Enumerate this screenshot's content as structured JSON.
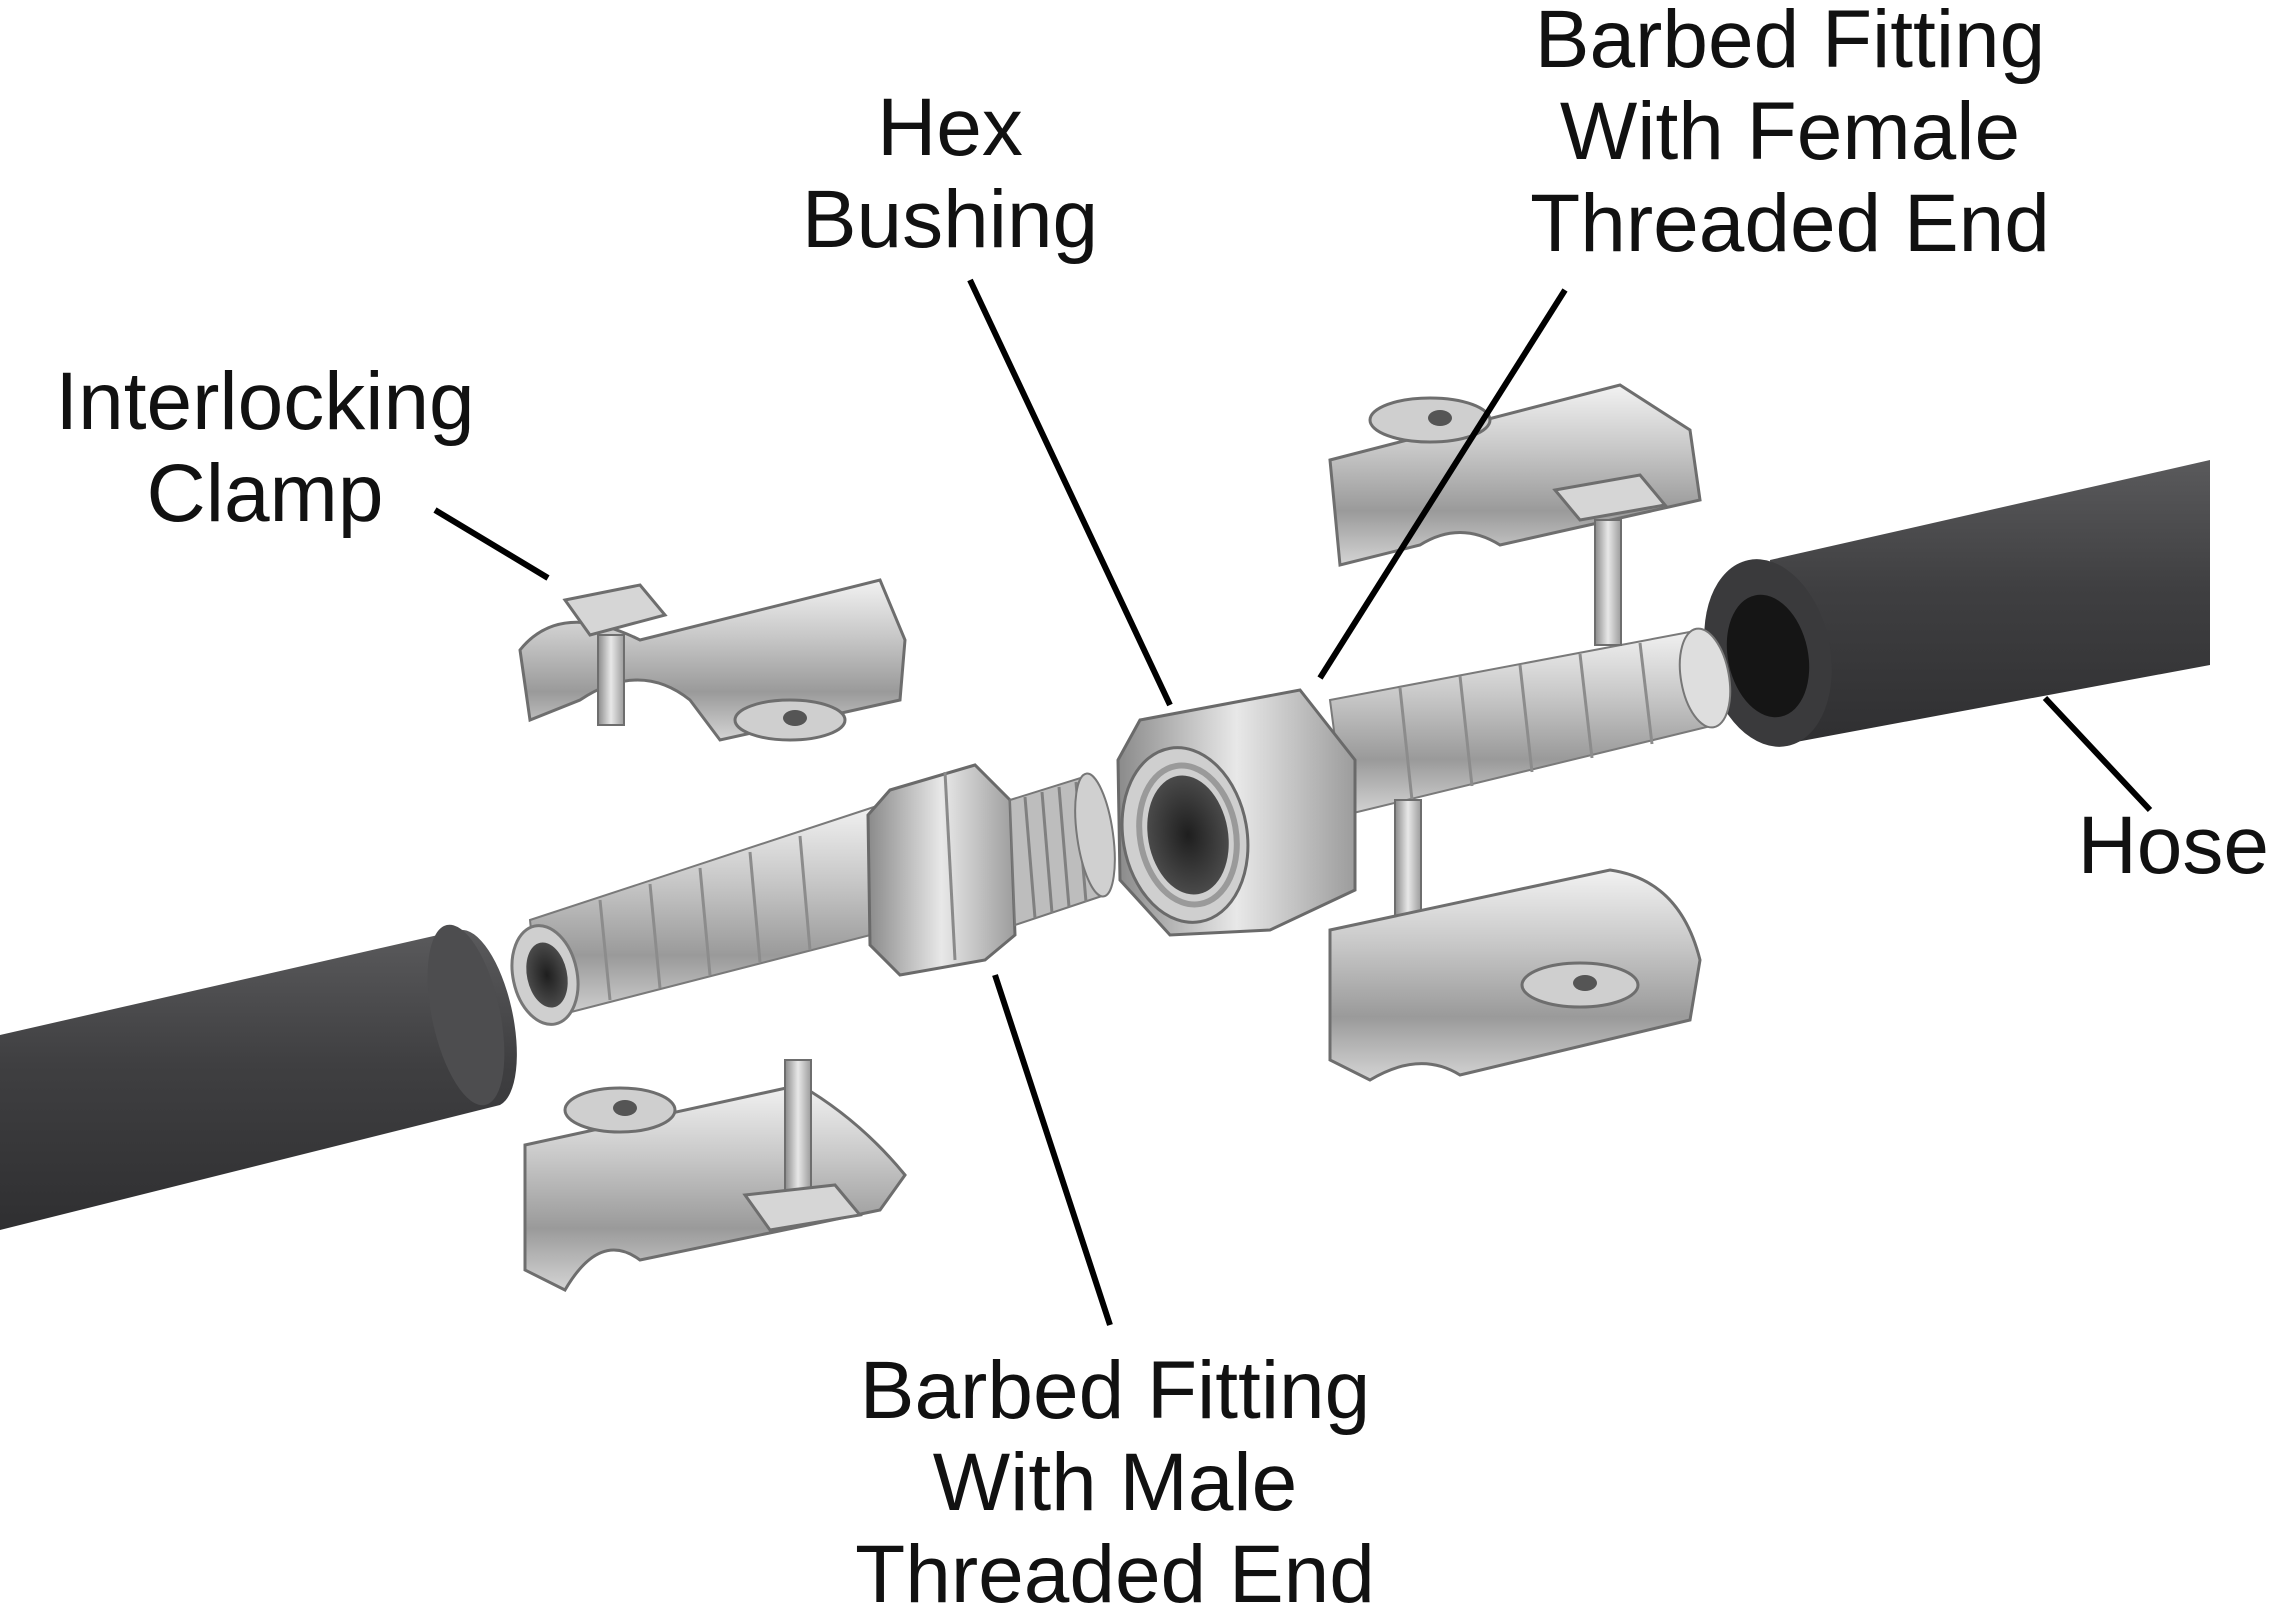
{
  "labels": {
    "hex_bushing": [
      "Hex",
      "Bushing"
    ],
    "barbed_female": [
      "Barbed Fitting",
      "With Female",
      "Threaded End"
    ],
    "interlocking_clamp": [
      "Interlocking",
      "Clamp"
    ],
    "hose": [
      "Hose"
    ],
    "barbed_male": [
      "Barbed Fitting",
      "With Male",
      "Threaded End"
    ]
  },
  "colors": {
    "hose": "#4a4a4c",
    "metal_light": "#e6e6e6",
    "metal_mid": "#b4b4b4",
    "metal_dark": "#6e6e6e",
    "leader_line": "#000000",
    "text": "#111111"
  }
}
